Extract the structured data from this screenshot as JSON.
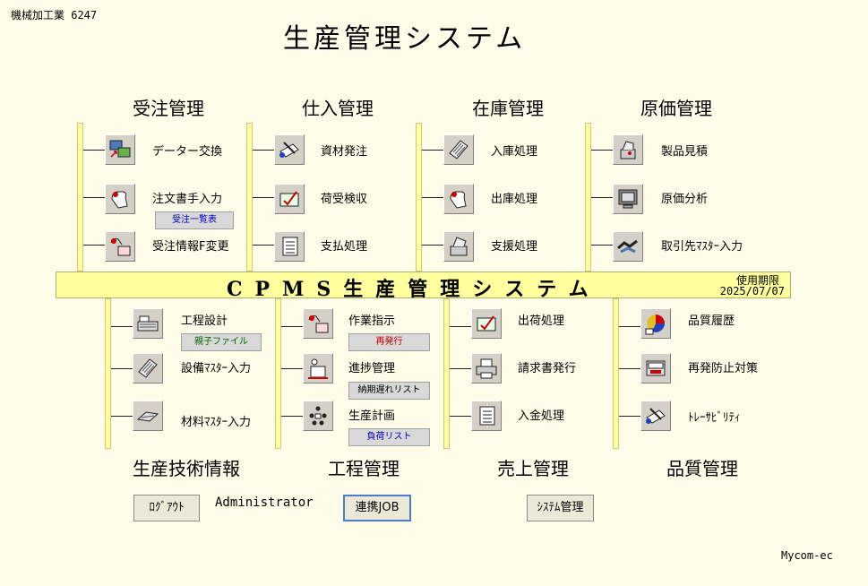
{
  "header": {
    "company": "機械加工業 6247",
    "title": "生産管理システム"
  },
  "sections_top": [
    "受注管理",
    "仕入管理",
    "在庫管理",
    "原価管理"
  ],
  "sections_bottom": [
    "生産技術情報",
    "工程管理",
    "売上管理",
    "品質管理"
  ],
  "banner": {
    "text": "CPMS生産管理システム",
    "expiry_label": "使用期限",
    "expiry_date": "2025/07/07"
  },
  "top_items": [
    {
      "label": "データー交換",
      "icon": "data-exchange-icon"
    },
    {
      "label": "注文書手入力",
      "icon": "order-input-icon"
    },
    {
      "label": "受注情報F変更",
      "icon": "order-change-icon"
    },
    {
      "label": "資材発注",
      "icon": "material-order-icon"
    },
    {
      "label": "荷受検収",
      "icon": "receiving-icon"
    },
    {
      "label": "支払処理",
      "icon": "payment-icon"
    },
    {
      "label": "入庫処理",
      "icon": "stock-in-icon"
    },
    {
      "label": "出庫処理",
      "icon": "stock-out-icon"
    },
    {
      "label": "支援処理",
      "icon": "support-icon"
    },
    {
      "label": "製品見積",
      "icon": "estimate-icon"
    },
    {
      "label": "原価分析",
      "icon": "cost-analysis-icon"
    },
    {
      "label": "取引先ﾏｽﾀｰ入力",
      "icon": "partner-master-icon"
    }
  ],
  "bottom_items": [
    {
      "label": "工程設計",
      "icon": "process-design-icon"
    },
    {
      "label": "設備ﾏｽﾀｰ入力",
      "icon": "equipment-master-icon"
    },
    {
      "label": "材料ﾏｽﾀｰ入力",
      "icon": "material-master-icon"
    },
    {
      "label": "作業指示",
      "icon": "work-instruction-icon"
    },
    {
      "label": "進捗管理",
      "icon": "progress-icon"
    },
    {
      "label": "生産計画",
      "icon": "production-plan-icon"
    },
    {
      "label": "出荷処理",
      "icon": "shipping-icon"
    },
    {
      "label": "請求書発行",
      "icon": "invoice-icon"
    },
    {
      "label": "入金処理",
      "icon": "deposit-icon"
    },
    {
      "label": "品質履歴",
      "icon": "quality-history-icon"
    },
    {
      "label": "再発防止対策",
      "icon": "prevention-icon"
    },
    {
      "label": "ﾄﾚｰｻﾋﾞﾘﾃｨ",
      "icon": "traceability-icon"
    }
  ],
  "sub_buttons": {
    "order_list": "受注一覧表",
    "parent_child_file": "親子ファイル",
    "reissue": "再発行",
    "late_list": "納期遅れリスト",
    "load_list": "負荷リスト"
  },
  "footer": {
    "logout": "ﾛｸﾞｱｳﾄ",
    "user": "Administrator",
    "link_job": "連携JOB",
    "system_admin": "ｼｽﾃﾑ管理",
    "vendor": "Mycom-ec"
  },
  "colors": {
    "background": "#fffde9",
    "banner": "#ffff9e",
    "button_face": "#d4d0c8"
  }
}
